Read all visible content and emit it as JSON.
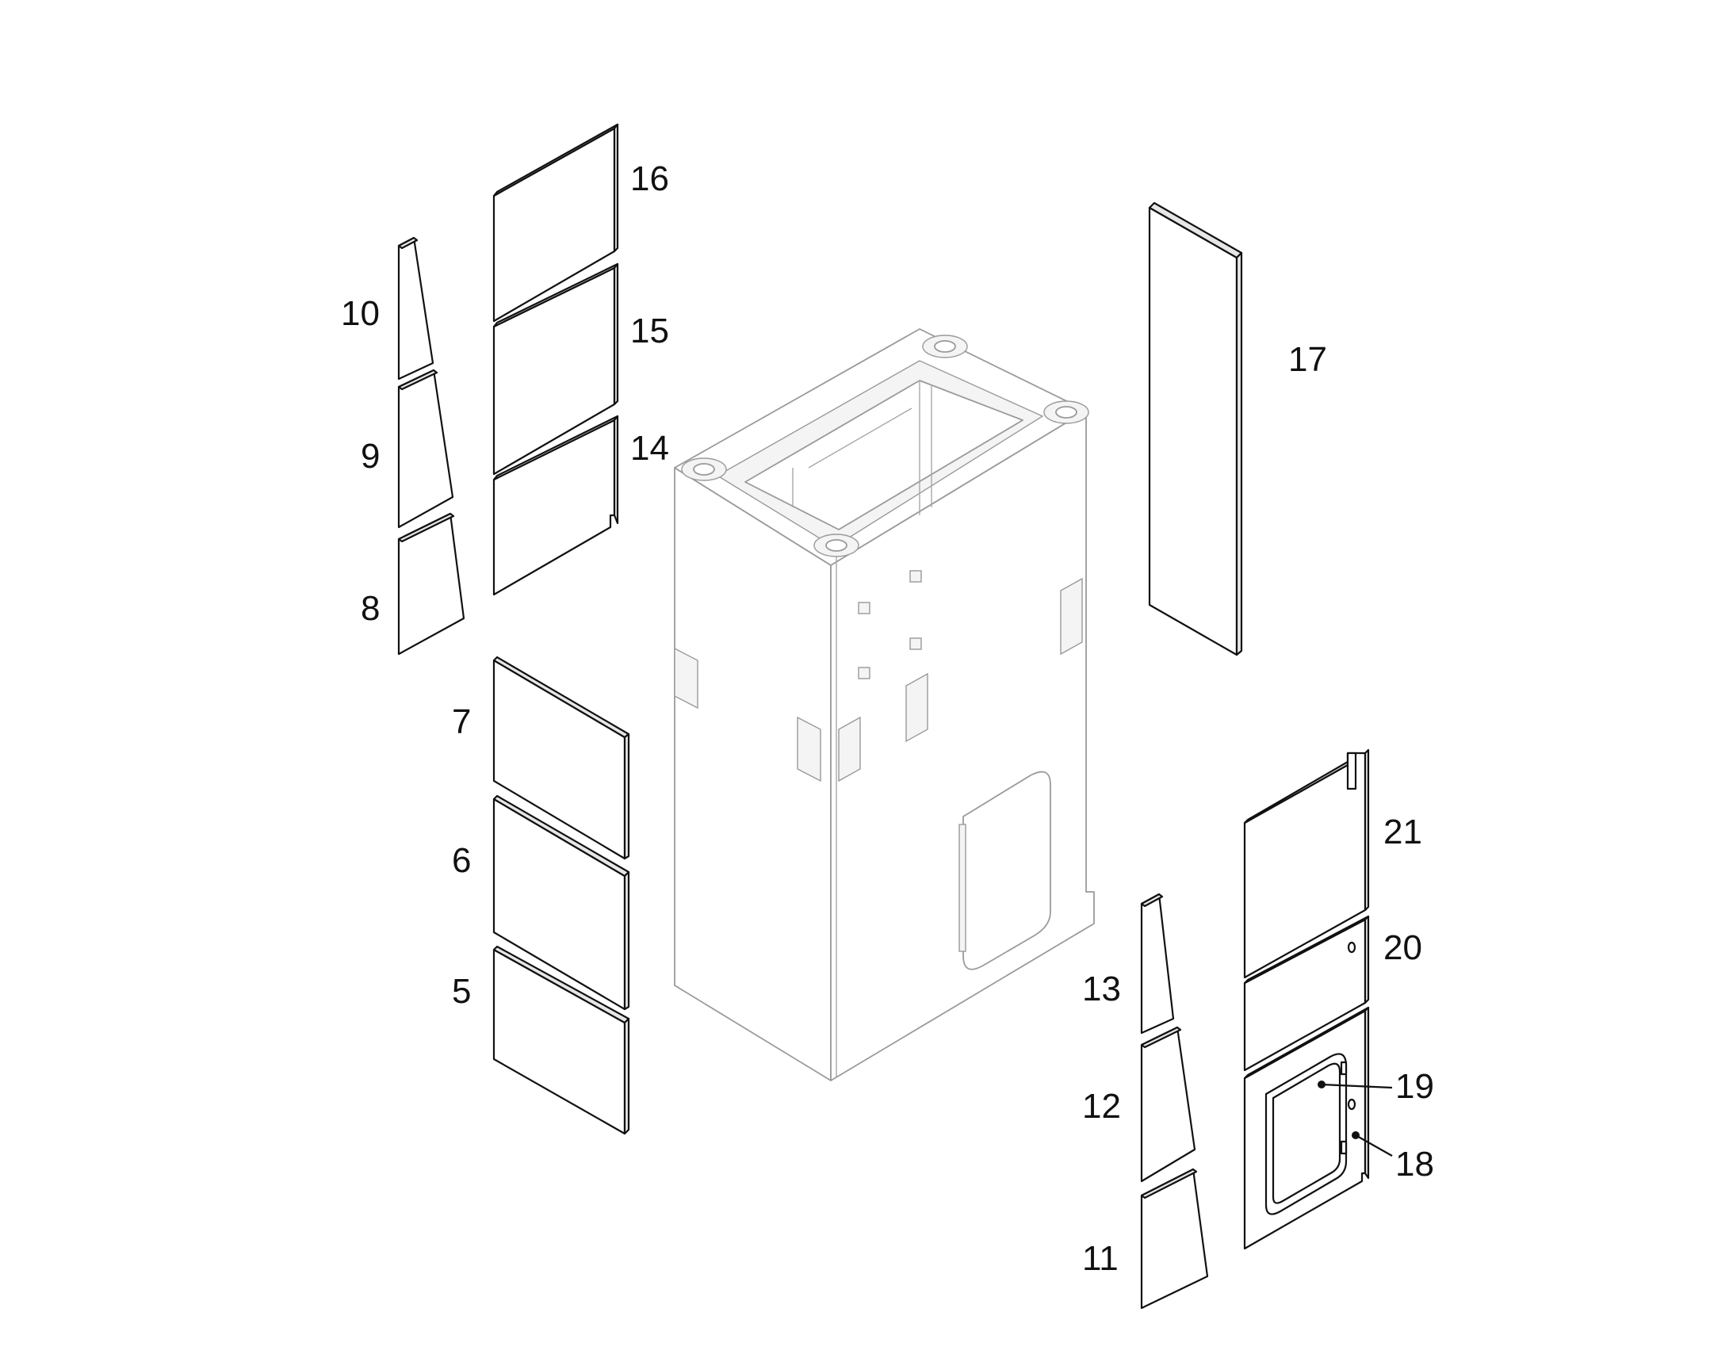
{
  "labels": {
    "l5": "5",
    "l6": "6",
    "l7": "7",
    "l8": "8",
    "l9": "9",
    "l10": "10",
    "l11": "11",
    "l12": "12",
    "l13": "13",
    "l14": "14",
    "l15": "15",
    "l16": "16",
    "l17": "17",
    "l18": "18",
    "l19": "19",
    "l20": "20",
    "l21": "21"
  }
}
